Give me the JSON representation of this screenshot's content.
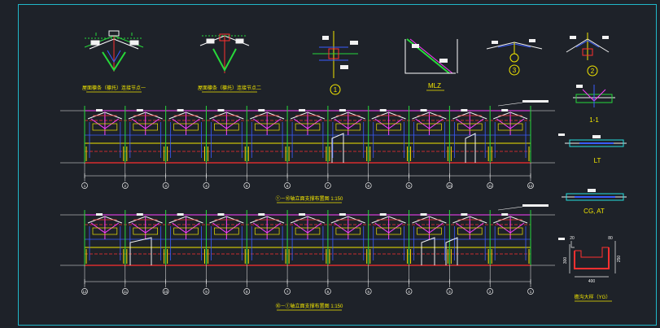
{
  "colors": {
    "background": "#1e2229",
    "frame": "#20b7c9",
    "white": "#f2f2f2",
    "yellow": "#f2e600",
    "red": "#ff3030",
    "green": "#27d83a",
    "magenta": "#ff40ff",
    "blue": "#3a5cff",
    "cyan": "#27e0e0"
  },
  "details": {
    "node1_title": "屋面檩条（檩托）连接节点一",
    "node2_title": "屋面檩条（檩托）连接节点二",
    "circle1_label": "1",
    "circle2_label": "2",
    "circle3_label": "3",
    "mz_label": "MLZ",
    "section_11": "1-1",
    "section_lt": "LT",
    "section_cg": "CG, AT",
    "gutter_title": "檐沟大样（YG）",
    "gutter_dims": {
      "width": "400",
      "left_h": "300",
      "right_h": "250",
      "top": "20",
      "top_right": "80"
    }
  },
  "elevations": [
    {
      "title": "①－⑩轴立面支撑布置图  1:150",
      "axes": [
        "1",
        "2",
        "3",
        "4",
        "5",
        "6",
        "7",
        "8",
        "9",
        "10",
        "11",
        "12"
      ]
    },
    {
      "title": "⑩－①轴立面支撑布置图  1:150",
      "axes": [
        "12",
        "11",
        "10",
        "9",
        "8",
        "7",
        "6",
        "5",
        "4",
        "3",
        "2",
        "1"
      ]
    }
  ]
}
